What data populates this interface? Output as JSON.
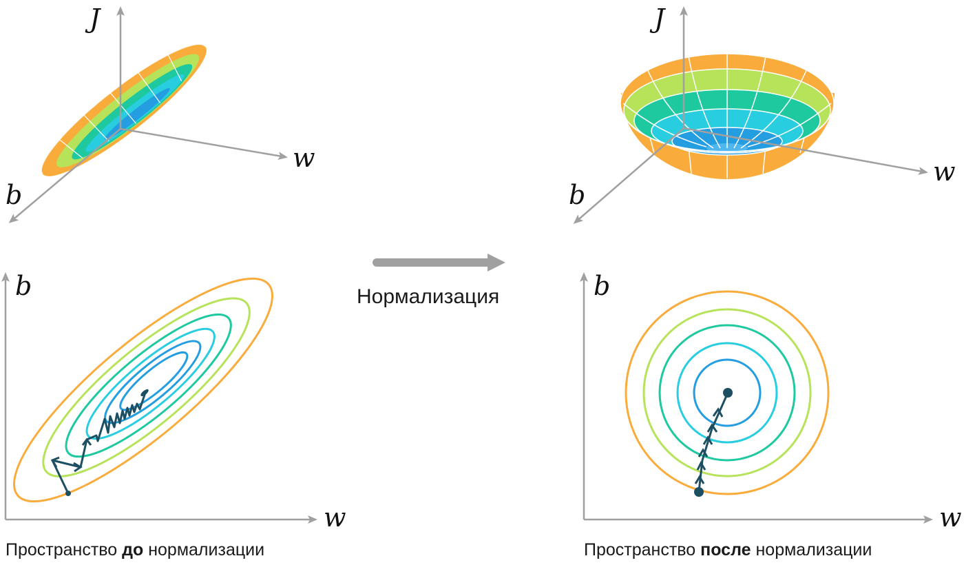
{
  "top_left": {
    "axis_j": "J",
    "axis_w": "w",
    "axis_b": "b"
  },
  "top_right": {
    "axis_j": "J",
    "axis_w": "w",
    "axis_b": "b"
  },
  "bottom_left": {
    "axis_b": "b",
    "axis_w": "w",
    "caption_prefix": "Пространство ",
    "caption_bold": "до",
    "caption_suffix": " нормализации"
  },
  "bottom_right": {
    "axis_b": "b",
    "axis_w": "w",
    "caption_prefix": "Пространство ",
    "caption_bold": "после",
    "caption_suffix": " нормализации"
  },
  "transition": {
    "label": "Нормализация"
  },
  "colors": {
    "orange": "#f9ac3c",
    "light_green": "#b6e35a",
    "green": "#1ec9a0",
    "cyan": "#28cde0",
    "blue": "#249ee0",
    "path": "#1d4f63",
    "axis": "#a0a0a0"
  }
}
